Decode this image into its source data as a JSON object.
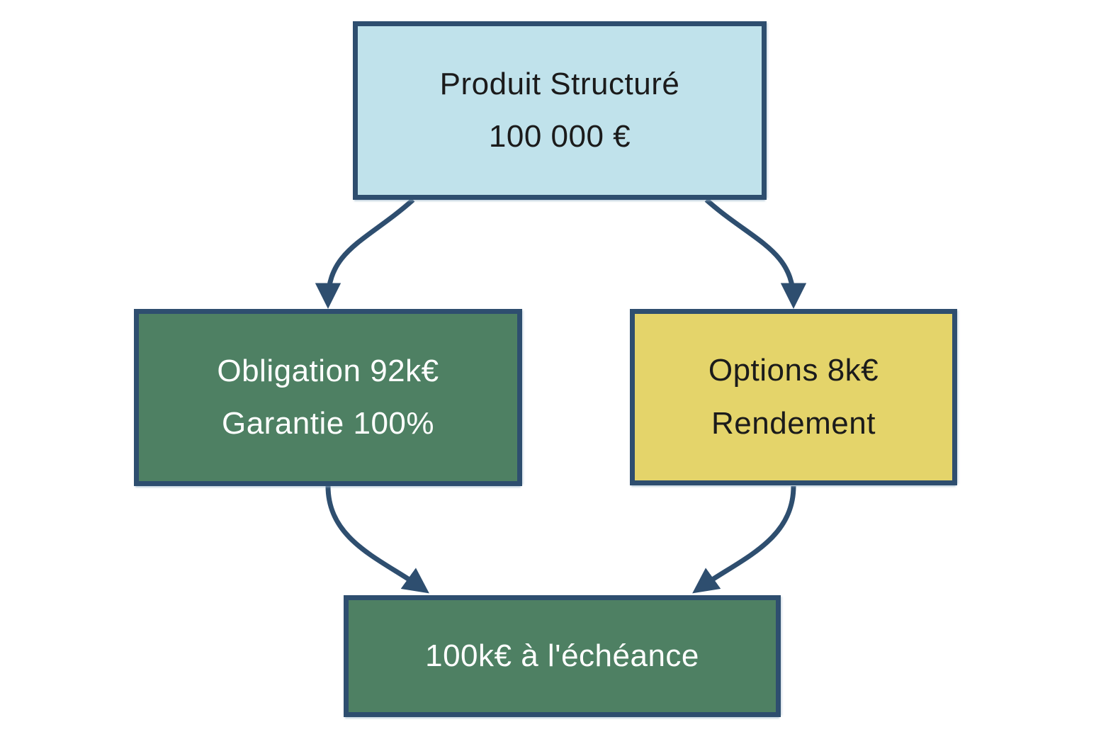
{
  "diagram": {
    "background": "#ffffff",
    "colors": {
      "border": "#2e4e6f",
      "arrow": "#2e4e6f"
    },
    "nodes": {
      "product": {
        "label_line1": "Produit Structuré",
        "label_line2": "100 000 €",
        "fill": "#c0e2eb",
        "text_color": "#1b1b1b"
      },
      "bond": {
        "label_line1": "Obligation 92k€",
        "label_line2": "Garantie 100%",
        "fill": "#4e8063",
        "text_color": "#ffffff"
      },
      "options": {
        "label_line1": "Options 8k€",
        "label_line2": "Rendement",
        "fill": "#e4d46a",
        "text_color": "#1b1b1b"
      },
      "maturity": {
        "label_line1": "100k€ à l'échéance",
        "fill": "#4e8063",
        "text_color": "#ffffff"
      }
    },
    "edges": [
      {
        "from": "product",
        "to": "bond"
      },
      {
        "from": "product",
        "to": "options"
      },
      {
        "from": "bond",
        "to": "maturity"
      },
      {
        "from": "options",
        "to": "maturity"
      }
    ]
  }
}
